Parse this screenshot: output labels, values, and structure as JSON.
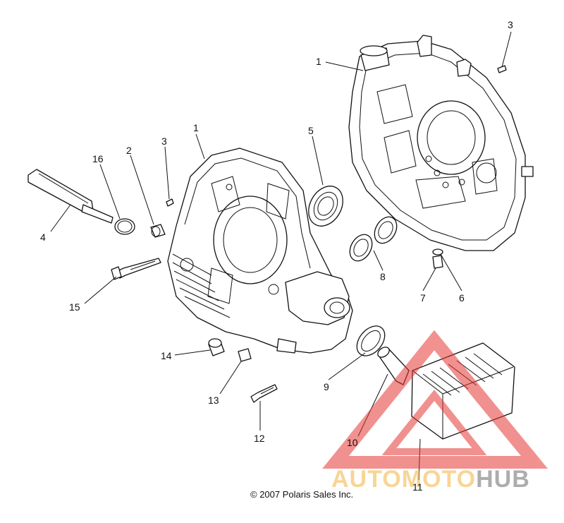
{
  "diagram": {
    "labels": [
      {
        "id": "lbl-1a",
        "text": "1"
      },
      {
        "id": "lbl-1b",
        "text": "1"
      },
      {
        "id": "lbl-2",
        "text": "2"
      },
      {
        "id": "lbl-3a",
        "text": "3"
      },
      {
        "id": "lbl-3b",
        "text": "3"
      },
      {
        "id": "lbl-4",
        "text": "4"
      },
      {
        "id": "lbl-5",
        "text": "5"
      },
      {
        "id": "lbl-6",
        "text": "6"
      },
      {
        "id": "lbl-7",
        "text": "7"
      },
      {
        "id": "lbl-8",
        "text": "8"
      },
      {
        "id": "lbl-9",
        "text": "9"
      },
      {
        "id": "lbl-10",
        "text": "10"
      },
      {
        "id": "lbl-11",
        "text": "11"
      },
      {
        "id": "lbl-12",
        "text": "12"
      },
      {
        "id": "lbl-13",
        "text": "13"
      },
      {
        "id": "lbl-14",
        "text": "14"
      },
      {
        "id": "lbl-15",
        "text": "15"
      },
      {
        "id": "lbl-16",
        "text": "16"
      }
    ],
    "copyright": "© 2007 Polaris Sales Inc."
  },
  "watermark": {
    "part_auto": "AUTO",
    "part_moto": "MOTO",
    "part_hub": "HUB",
    "color_auto": "#f4b342",
    "color_moto": "#f4b342",
    "color_hub": "#6b6b6b",
    "triangle_color": "#e53935"
  }
}
